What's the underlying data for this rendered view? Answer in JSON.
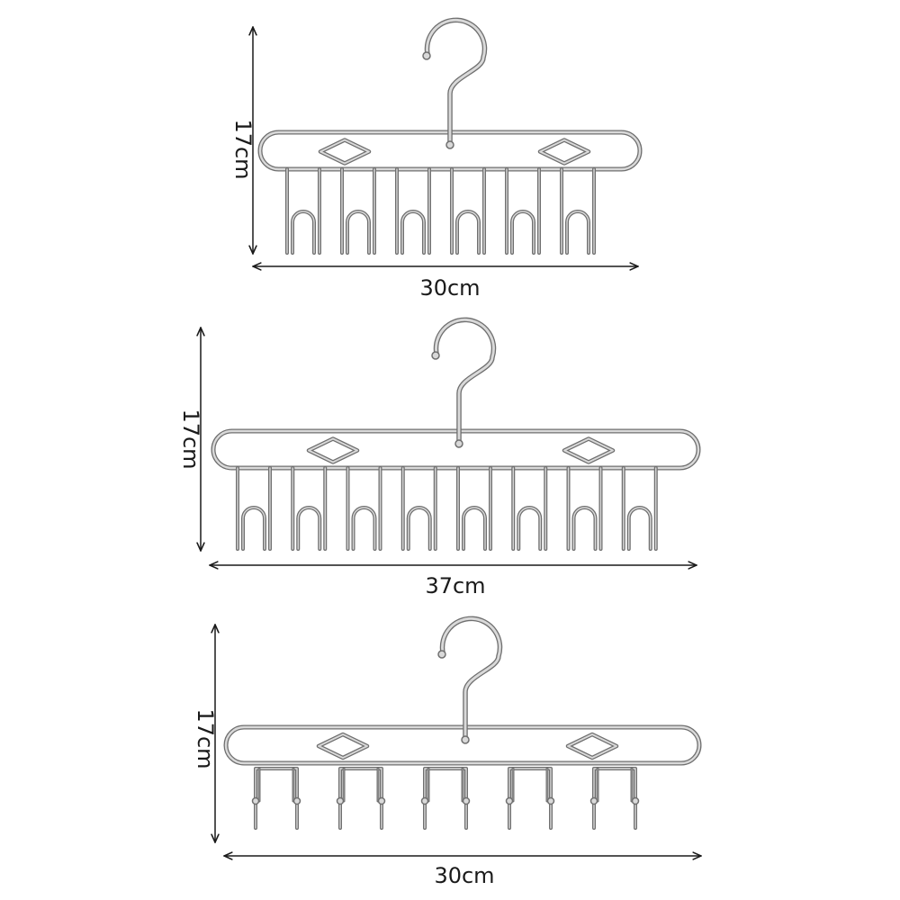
{
  "hangers": [
    {
      "height_label": "17cm",
      "width_label": "30cm",
      "hook_count": 6,
      "hook_style": "u-hook"
    },
    {
      "height_label": "17cm",
      "width_label": "37cm",
      "hook_count": 8,
      "hook_style": "u-hook"
    },
    {
      "height_label": "17cm",
      "width_label": "30cm",
      "hook_count": 5,
      "hook_style": "double-hook"
    }
  ],
  "colors": {
    "line": "#1a1a1a",
    "metal_dark": "#6f6f6f",
    "metal_light": "#d9d9d9"
  }
}
